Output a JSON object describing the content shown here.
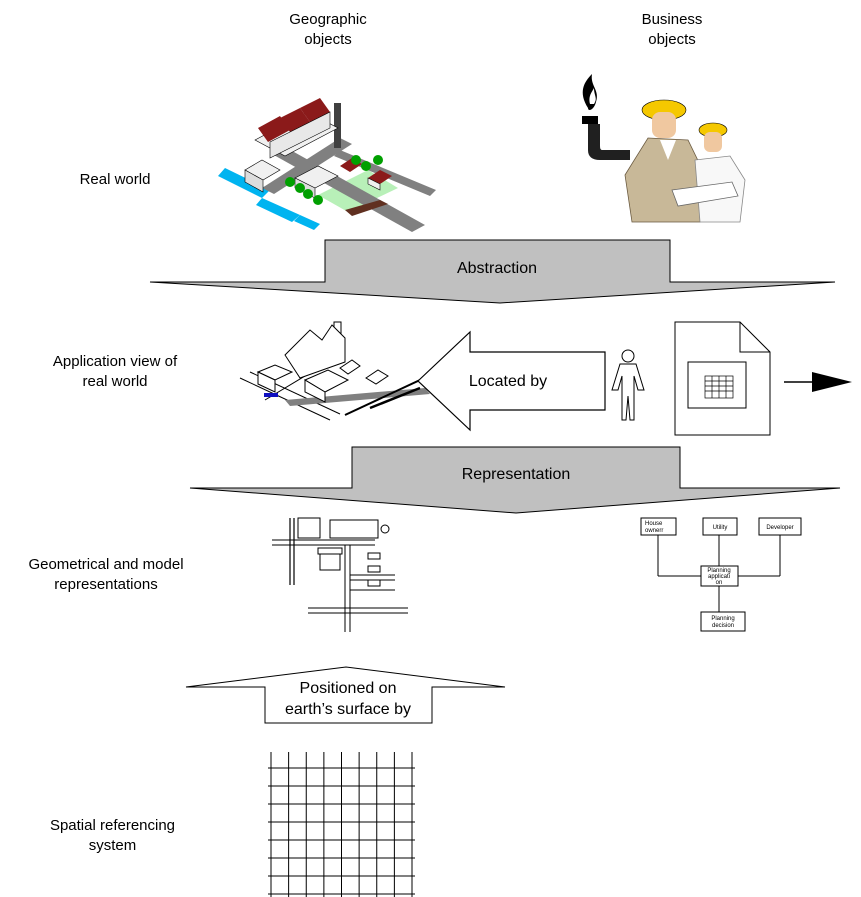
{
  "columns": {
    "geographic": "Geographic\nobjects",
    "business": "Business\nobjects"
  },
  "rows": {
    "real_world": "Real world",
    "application_view": "Application view of\nreal world",
    "geometrical": "Geometrical and model\nrepresentations",
    "spatial": "Spatial referencing\nsystem"
  },
  "arrows": {
    "abstraction": "Abstraction",
    "located_by": "Located by",
    "representation": "Representation",
    "positioned_line1": "Positioned on",
    "positioned_line2": "earth’s surface by"
  },
  "model_boxes": {
    "house_owner": [
      "House",
      "ownerr"
    ],
    "utility": [
      "Utility"
    ],
    "developer": [
      "Developer"
    ],
    "planning_application": [
      "Planning",
      "applicati",
      "on"
    ],
    "planning_decision": [
      "Planning",
      "decision"
    ]
  },
  "colors": {
    "arrow_fill": "#c0c0c0",
    "roof": "#8b1a1a",
    "water": "#00b4f0",
    "tree": "#00a000",
    "road": "#808080",
    "park": "#b8f0b8"
  }
}
